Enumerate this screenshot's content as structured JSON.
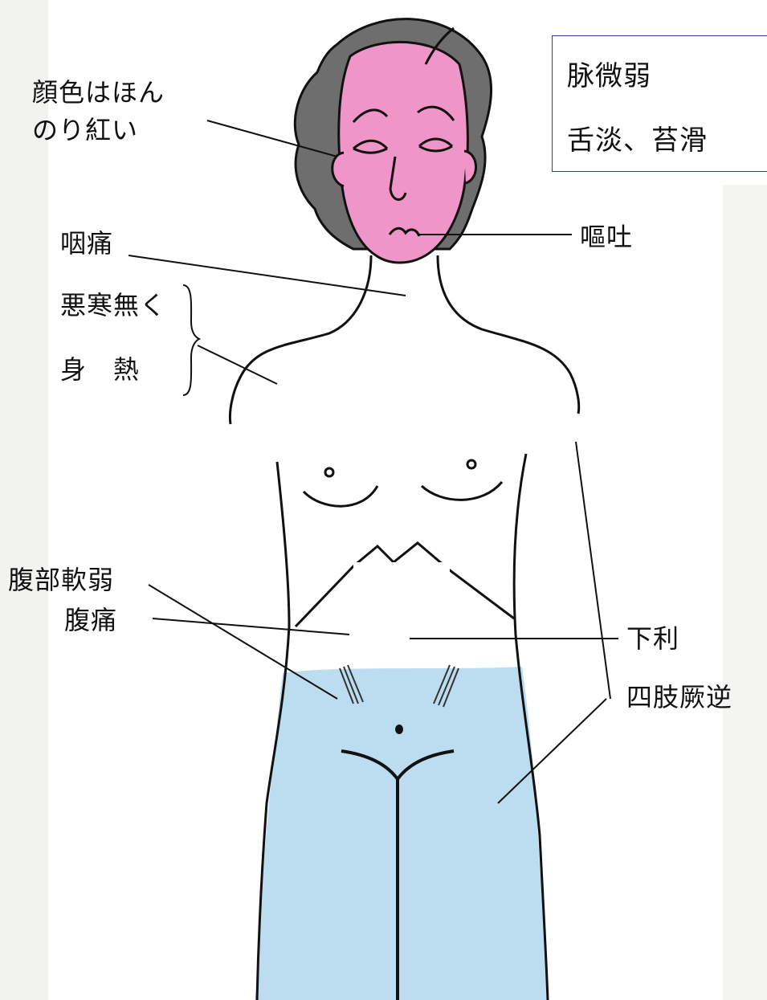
{
  "figure": {
    "colors": {
      "skin_face": "#ee93c6",
      "hair": "#6c6c6c",
      "lower_body_wash": "#b6daef",
      "paper_shadow": "#f0f0ee",
      "outline": "#111111",
      "box_border": "#2b3a9e"
    },
    "labels": {
      "face_line1": "顔色はほん",
      "face_line2": "のり紅い",
      "sore_throat": "咽痛",
      "no_chills": "悪寒無く",
      "body_heat": "身　熱",
      "vomiting": "嘔吐",
      "abdomen_soft": "腹部軟弱",
      "cold_limbs": "四肢厥逆",
      "abdominal_pain": "腹痛",
      "diarrhea": "下利"
    },
    "info_box": {
      "pulse": "脉微弱",
      "tongue": "舌淡、苔滑"
    }
  }
}
